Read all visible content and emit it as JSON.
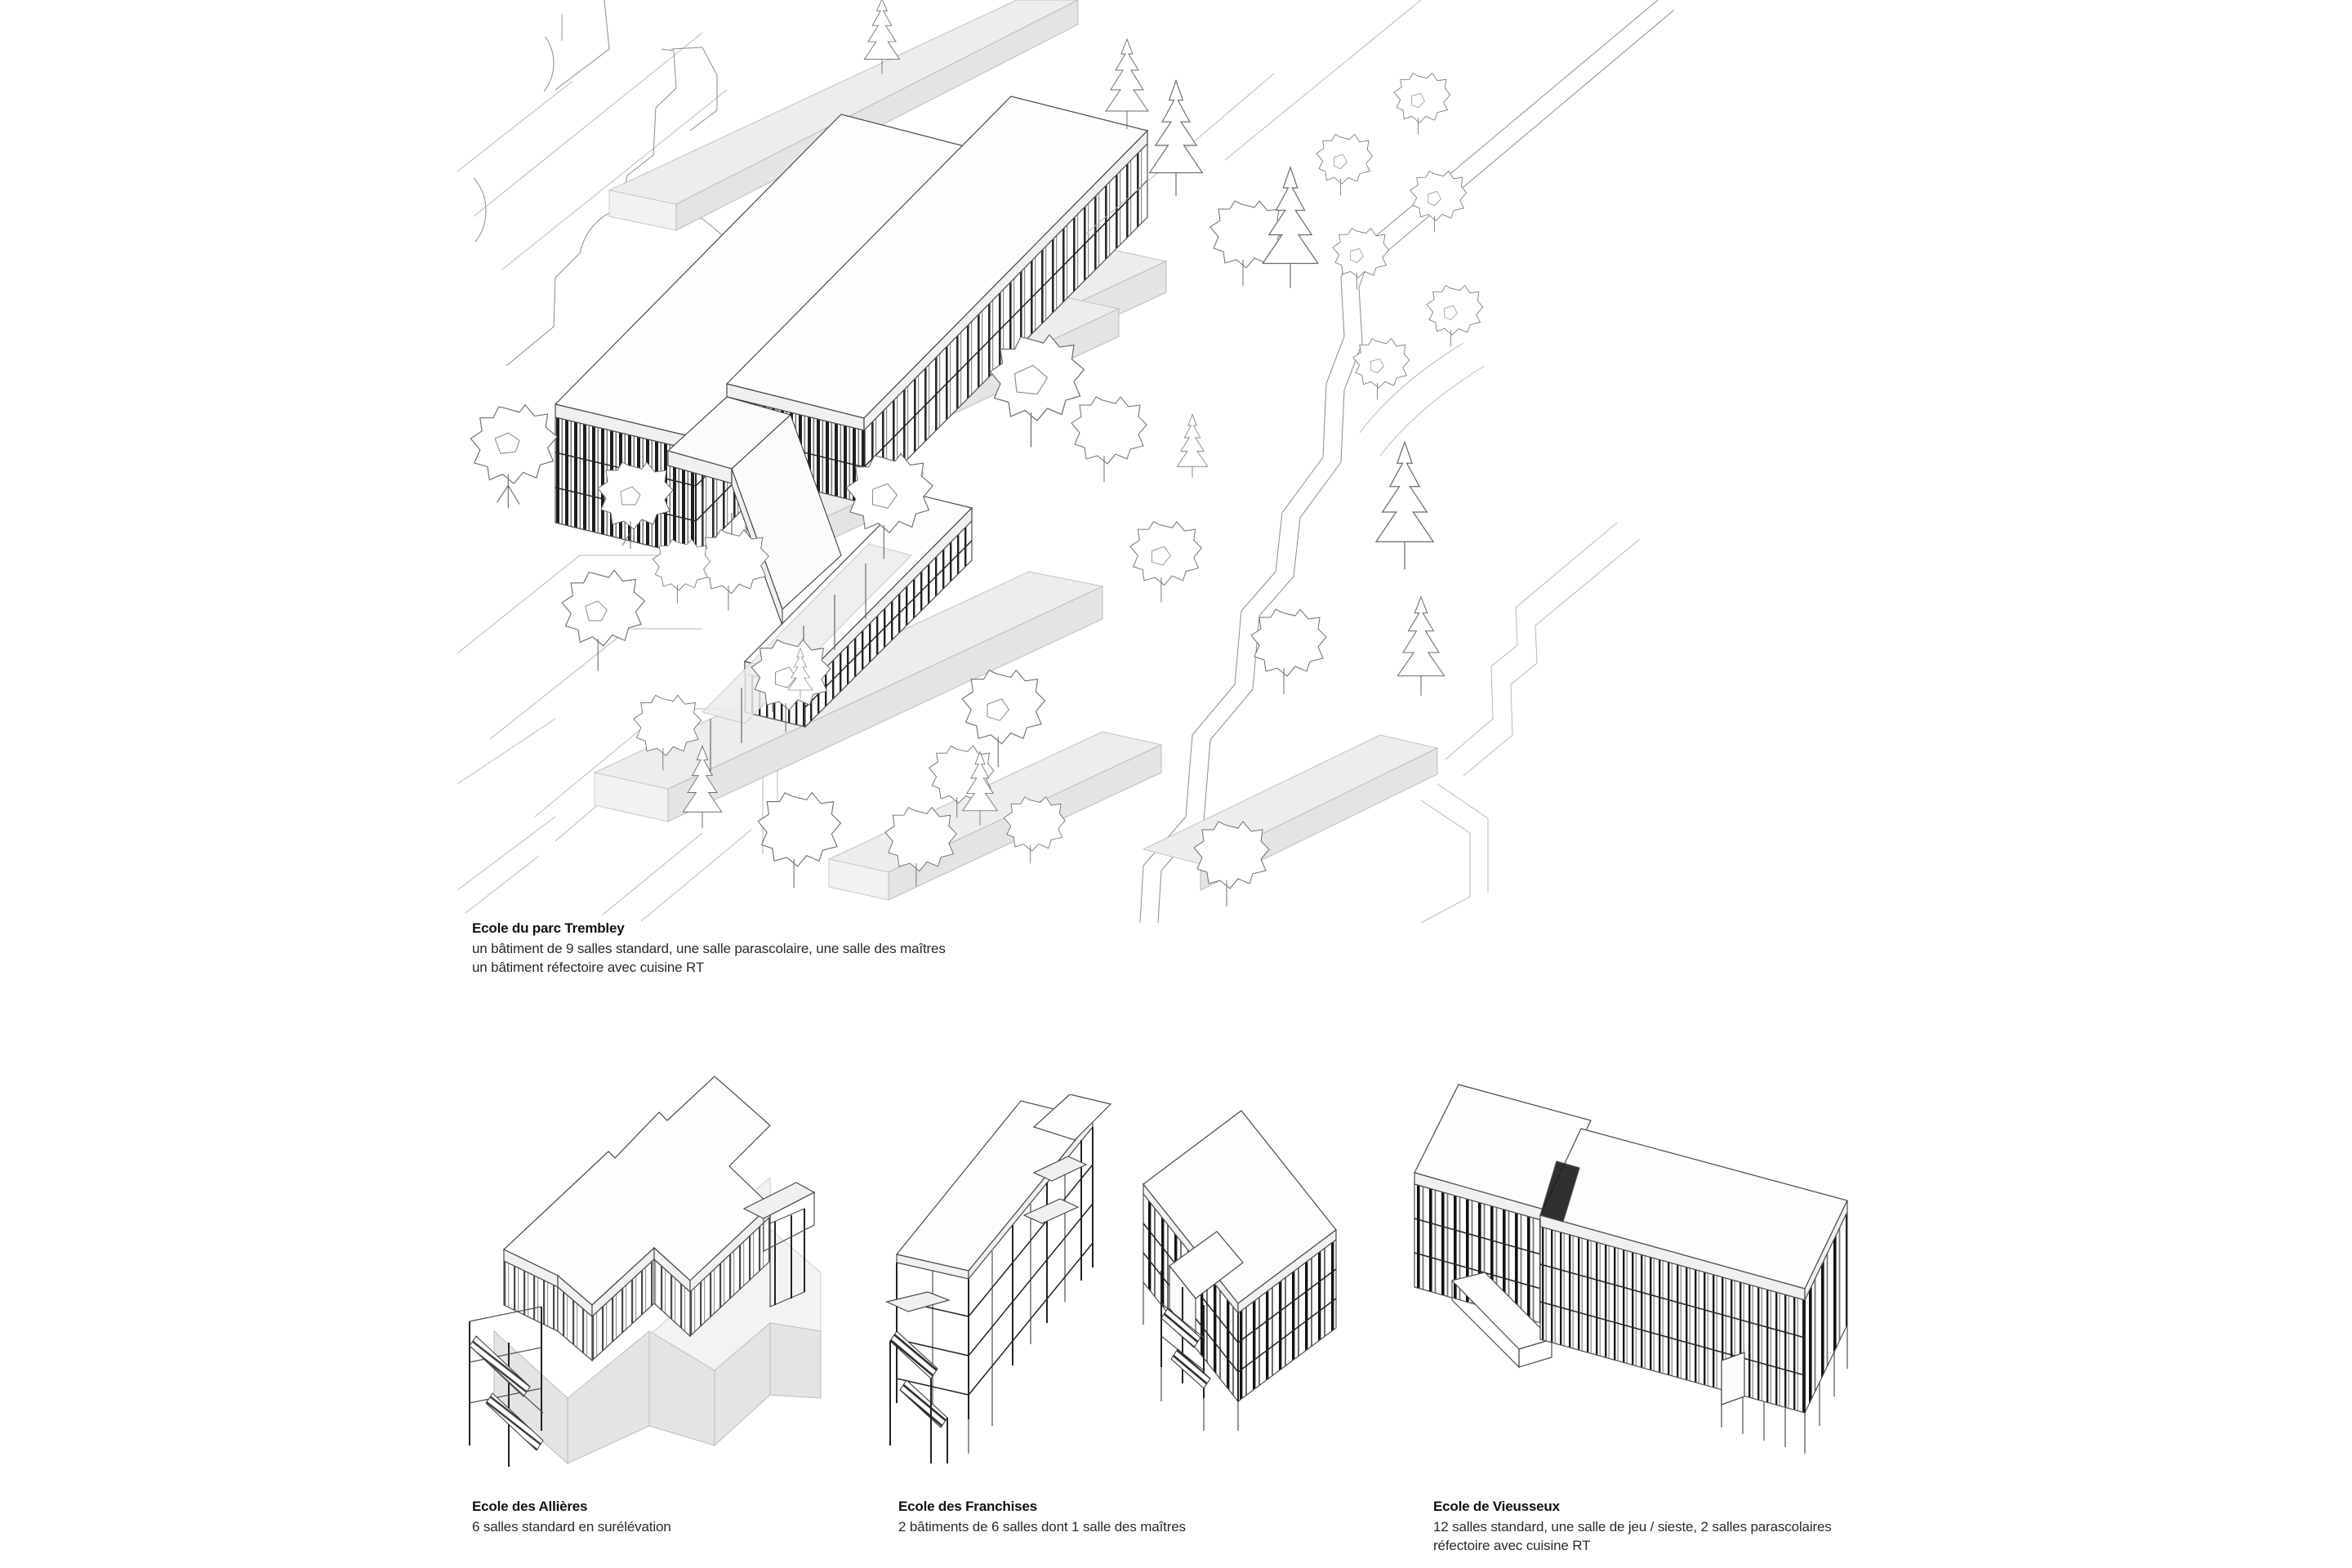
{
  "sheet": {
    "background_color": "#ffffff",
    "ink_color": "#1a1a1a",
    "drawing_type": "architectural axonometric site plan and building models"
  },
  "captions": {
    "tremblay": {
      "title": "Ecole du parc Trembley",
      "line1": "un bâtiment de 9 salles standard, une salle parascolaire, une salle des maîtres",
      "line2": "un bâtiment réfectoire avec cuisine RT"
    },
    "allieres": {
      "title": "Ecole des Allières",
      "line1": "6 salles standard en surélévation",
      "line2": ""
    },
    "franchises": {
      "title": "Ecole des Franchises",
      "line1": "2 bâtiments de 6 salles dont 1 salle des maîtres",
      "line2": ""
    },
    "vieusseux": {
      "title": "Ecole de Vieusseux",
      "line1": "12 salles standard, une salle de jeu / sieste, 2 salles parascolaires",
      "line2": "réfectoire avec cuisine RT"
    }
  },
  "figures": {
    "main": {
      "name": "Ecole du parc Trembley",
      "description": "site axonometric with two long classroom bars, a linked refectory pavilion, surrounding existing blocks, paths and trees"
    },
    "allieres": {
      "name": "Ecole des Allières",
      "description": "cruciform existing building with rooftop classroom extension and external stair"
    },
    "franchises": {
      "name": "Ecole des Franchises",
      "description": "two pavilions, one shown as bare structural frame, one shown clad"
    },
    "vieusseux": {
      "name": "Ecole de Vieusseux",
      "description": "two long offset volumes with dense facade grid raised on slender columns"
    }
  },
  "colors": {
    "context_fill": "#f2f2f2",
    "context_line": "#b9b9b9",
    "building_line": "#232323",
    "roof_fill": "#fdfdfd",
    "tree_line": "#6e6e6e"
  }
}
